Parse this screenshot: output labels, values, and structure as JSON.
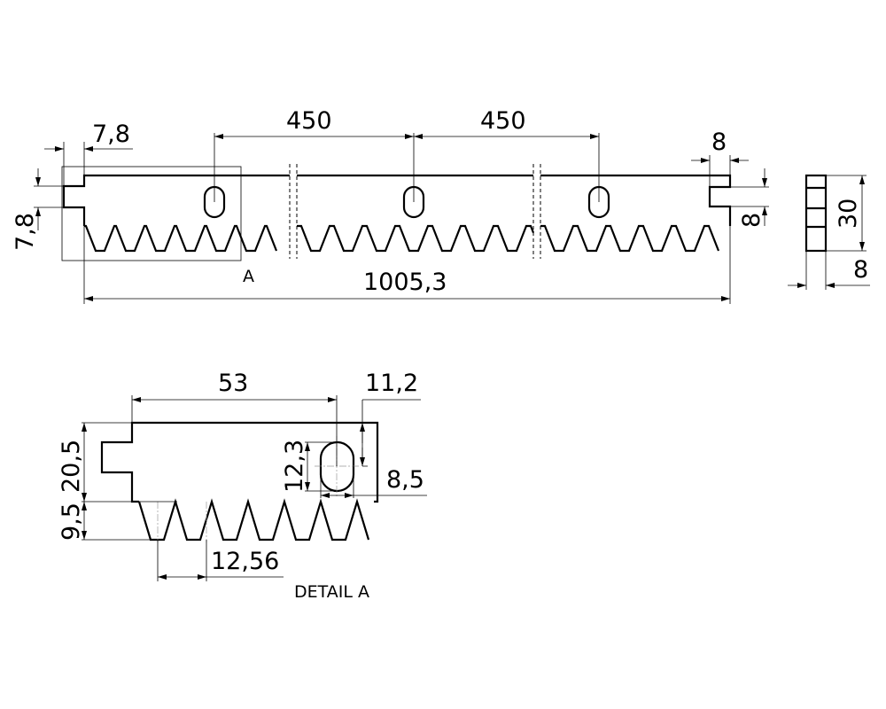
{
  "main_view": {
    "dim_left_offset": "7,8",
    "dim_pitch_1": "450",
    "dim_pitch_2": "450",
    "dim_right_slot_width": "8",
    "dim_right_slot_height": "8",
    "dim_left_slot_height": "7,8",
    "dim_total_length": "1005,3",
    "detail_marker": "A"
  },
  "end_view": {
    "dim_height": "30",
    "dim_width": "8"
  },
  "detail_a": {
    "dim_hole_distance": "53",
    "dim_hole_from_top": "11,2",
    "dim_hole_length": "12,3",
    "dim_hole_width": "8,5",
    "dim_body_height": "20,5",
    "dim_tooth_height": "9,5",
    "dim_tooth_pitch": "12,56",
    "title": "DETAIL A"
  }
}
